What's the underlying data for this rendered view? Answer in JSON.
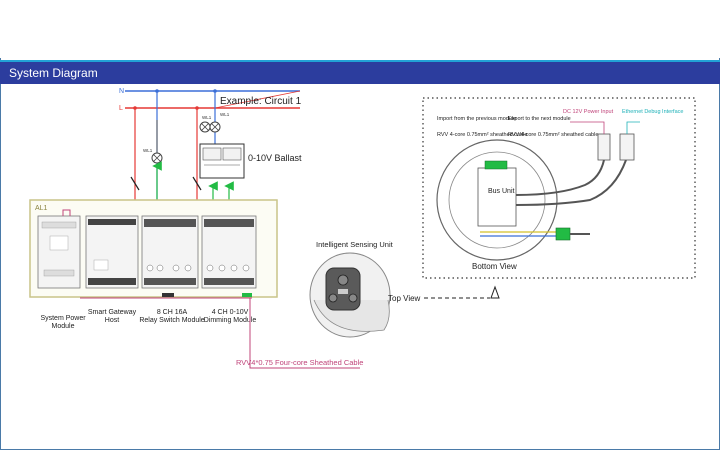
{
  "header": {
    "title": "System Diagram"
  },
  "power_lines": {
    "n_label": "N",
    "l_label": "L",
    "circuit_label": "Example: Circuit 1"
  },
  "lamps": {
    "lamp1_label": "WL1",
    "lamp2_label": "WL1",
    "lamp3_label": "WL1",
    "ballast_label": "0-10V Ballast"
  },
  "cabinet": {
    "label": "AL1"
  },
  "modules": {
    "power": "System Power Module",
    "gateway": "Smart Gateway Host",
    "relay": "8 CH 16A Relay Switch Module",
    "dimming": "4 CH 0-10V Dimming Module"
  },
  "cable_label": "RVV4*0.75 Four-core Sheathed Cable",
  "sensing_unit": {
    "title": "Intelligent Sensing Unit",
    "top_view": "Top View"
  },
  "bottom_view": {
    "title": "Bottom View",
    "bus_unit": "Bus Unit",
    "import_text": "Import from the previous module",
    "import_cable": "RVV 4-core 0.75mm² sheathed cable",
    "export_text": "Export to the next module",
    "export_cable": "RVV 4-core 0.75mm² sheathed cable",
    "dc_power": "DC 12V Power Input",
    "ethernet": "Ethernet Debug Interface"
  },
  "colors": {
    "title_bar": "#2c3d9e",
    "accent_line": "#22a2d6",
    "l_line": "#e53935",
    "n_line": "#3b6fd8",
    "green_wire": "#22bb44",
    "cable_pink": "#c0447a",
    "cabinet_border": "#c9c488"
  }
}
